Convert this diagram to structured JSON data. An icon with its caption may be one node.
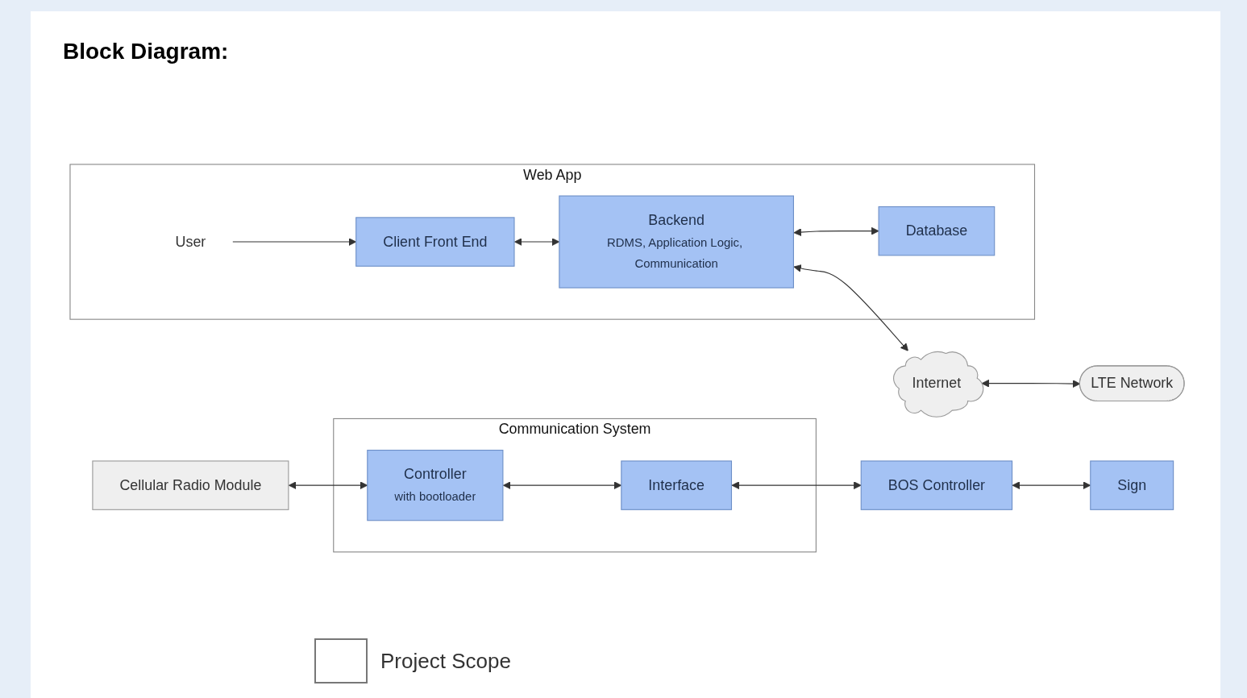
{
  "diagram": {
    "title": "Block Diagram:",
    "nodes": [
      {
        "text": [
          "Web App"
        ]
      },
      {
        "text": [
          "User"
        ],
        "in": 0
      },
      {
        "text": [
          "Client Front End"
        ],
        "in": 0
      },
      {
        "text": [
          "Backend",
          "RDMS, Application Logic, Communication"
        ],
        "in": 0
      },
      {
        "text": [
          "Database"
        ],
        "in": 0
      },
      {
        "text": [
          "Internet"
        ]
      },
      {
        "text": [
          "LTE Network"
        ]
      },
      {
        "text": [
          "Cellular Radio Module"
        ]
      },
      {
        "text": [
          "Communication System"
        ]
      },
      {
        "text": [
          "Controller",
          "with bootloader"
        ],
        "in": 8
      },
      {
        "text": [
          "Interface"
        ],
        "in": 8
      },
      {
        "text": [
          "BOS Controller"
        ]
      },
      {
        "text": [
          "Sign"
        ]
      }
    ],
    "edges": [
      {
        "from": 1,
        "to": 2,
        "arrow": "to"
      },
      {
        "from": 2,
        "to": 3,
        "arrow": "both"
      },
      {
        "from": 3,
        "to": 4,
        "arrow": "both"
      },
      {
        "from": 3,
        "to": 5,
        "arrow": "both"
      },
      {
        "from": 5,
        "to": 6,
        "arrow": "both"
      },
      {
        "from": 7,
        "to": 9,
        "arrow": "both"
      },
      {
        "from": 9,
        "to": 10,
        "arrow": "both"
      },
      {
        "from": 10,
        "to": 11,
        "arrow": "both"
      },
      {
        "from": 11,
        "to": 12,
        "arrow": "both"
      }
    ],
    "legend": [
      {
        "text": "Project Scope"
      }
    ]
  }
}
